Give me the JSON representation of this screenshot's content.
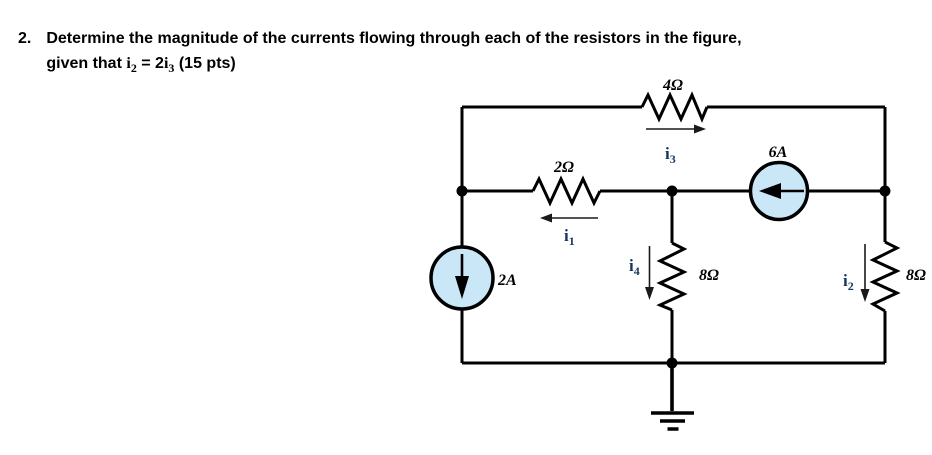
{
  "problem": {
    "number": "2.",
    "line1": "Determine the magnitude of the currents flowing through each of the resistors in the figure,",
    "line2": {
      "pre": "given that ",
      "var1_base": "i",
      "var1_sub": "2",
      "mid": " = 2",
      "var2_base": "i",
      "var2_sub": "3",
      "post": " (15 pts)"
    }
  },
  "circuit": {
    "colors": {
      "wire": "#000000",
      "source_fill": "#c9e7f6",
      "current_label": "#17365d"
    },
    "resistors": {
      "top": {
        "label": "4Ω"
      },
      "left": {
        "label": "2Ω"
      },
      "middle": {
        "label": "8Ω"
      },
      "right": {
        "label": "8Ω"
      }
    },
    "sources": {
      "left": {
        "label": "2A",
        "direction": "down"
      },
      "top": {
        "label": "6A",
        "direction": "left"
      }
    },
    "currents": {
      "i1": {
        "base": "i",
        "sub": "1",
        "direction": "left"
      },
      "i2": {
        "base": "i",
        "sub": "2",
        "direction": "down"
      },
      "i3": {
        "base": "i",
        "sub": "3",
        "direction": "right"
      },
      "i4": {
        "base": "i",
        "sub": "4",
        "direction": "down"
      }
    }
  }
}
